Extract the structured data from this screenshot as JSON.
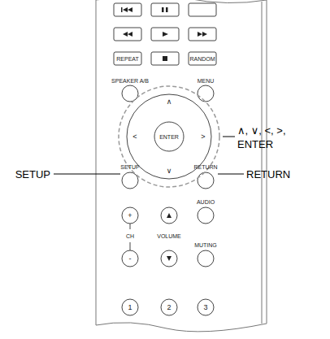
{
  "diagram": {
    "labels": [
      "REPEAT",
      "RANDOM",
      "SPEAKER A/B",
      "MENU",
      "∧",
      "<",
      "ENTER",
      ">",
      "∨",
      "∧, ∨, <, >,",
      "ENTER",
      "SETUP",
      "SETUP",
      "RETURN",
      "RETURN",
      "AUDIO",
      "+",
      "CH",
      "-",
      "VOLUME",
      "MUTING",
      "1",
      "2",
      "3"
    ]
  }
}
